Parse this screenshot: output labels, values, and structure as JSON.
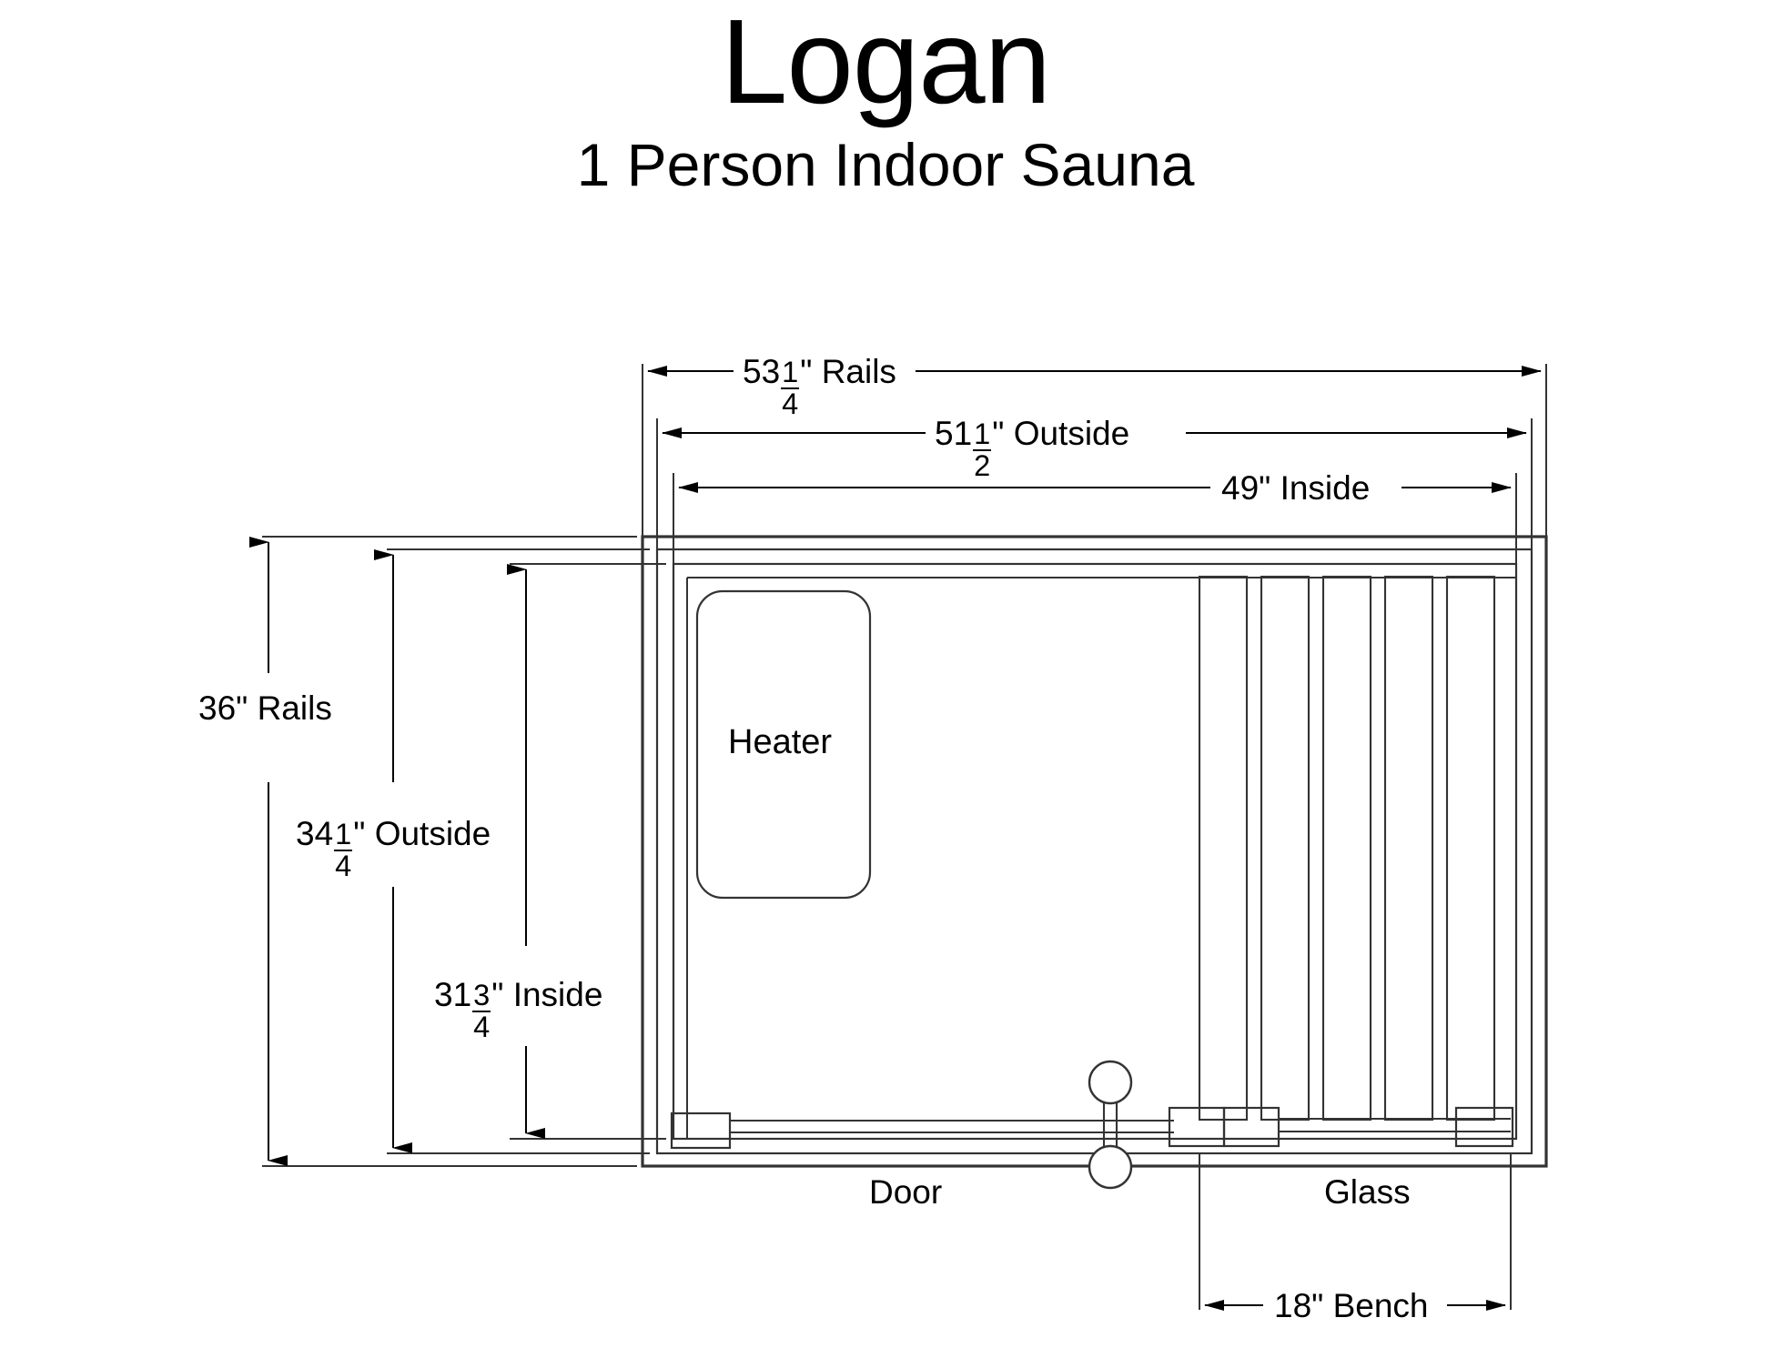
{
  "title": {
    "name": "Logan",
    "subtitle": "1 Person Indoor Sauna"
  },
  "dimensions": {
    "width_rails": {
      "whole": "53",
      "num": "1",
      "den": "4",
      "unit": "\"",
      "label": "Rails",
      "value_in": 53.25
    },
    "width_outside": {
      "whole": "51",
      "num": "1",
      "den": "2",
      "unit": "\"",
      "label": "Outside",
      "value_in": 51.5
    },
    "width_inside": {
      "whole": "49",
      "num": "",
      "den": "",
      "unit": "\"",
      "label": "Inside",
      "value_in": 49
    },
    "depth_rails": {
      "whole": "36",
      "num": "",
      "den": "",
      "unit": "\"",
      "label": "Rails",
      "value_in": 36
    },
    "depth_outside": {
      "whole": "34",
      "num": "1",
      "den": "4",
      "unit": "\"",
      "label": "Outside",
      "value_in": 34.25
    },
    "depth_inside": {
      "whole": "31",
      "num": "3",
      "den": "4",
      "unit": "\"",
      "label": "Inside",
      "value_in": 31.75
    },
    "bench": {
      "whole": "18",
      "num": "",
      "den": "",
      "unit": "\"",
      "label": "Bench",
      "value_in": 18
    }
  },
  "plan_labels": {
    "heater": "Heater",
    "door": "Door",
    "glass": "Glass"
  },
  "colors": {
    "line": "#333333",
    "ink": "#000000",
    "paper": "#ffffff"
  },
  "bench_slats": {
    "count": 5
  }
}
